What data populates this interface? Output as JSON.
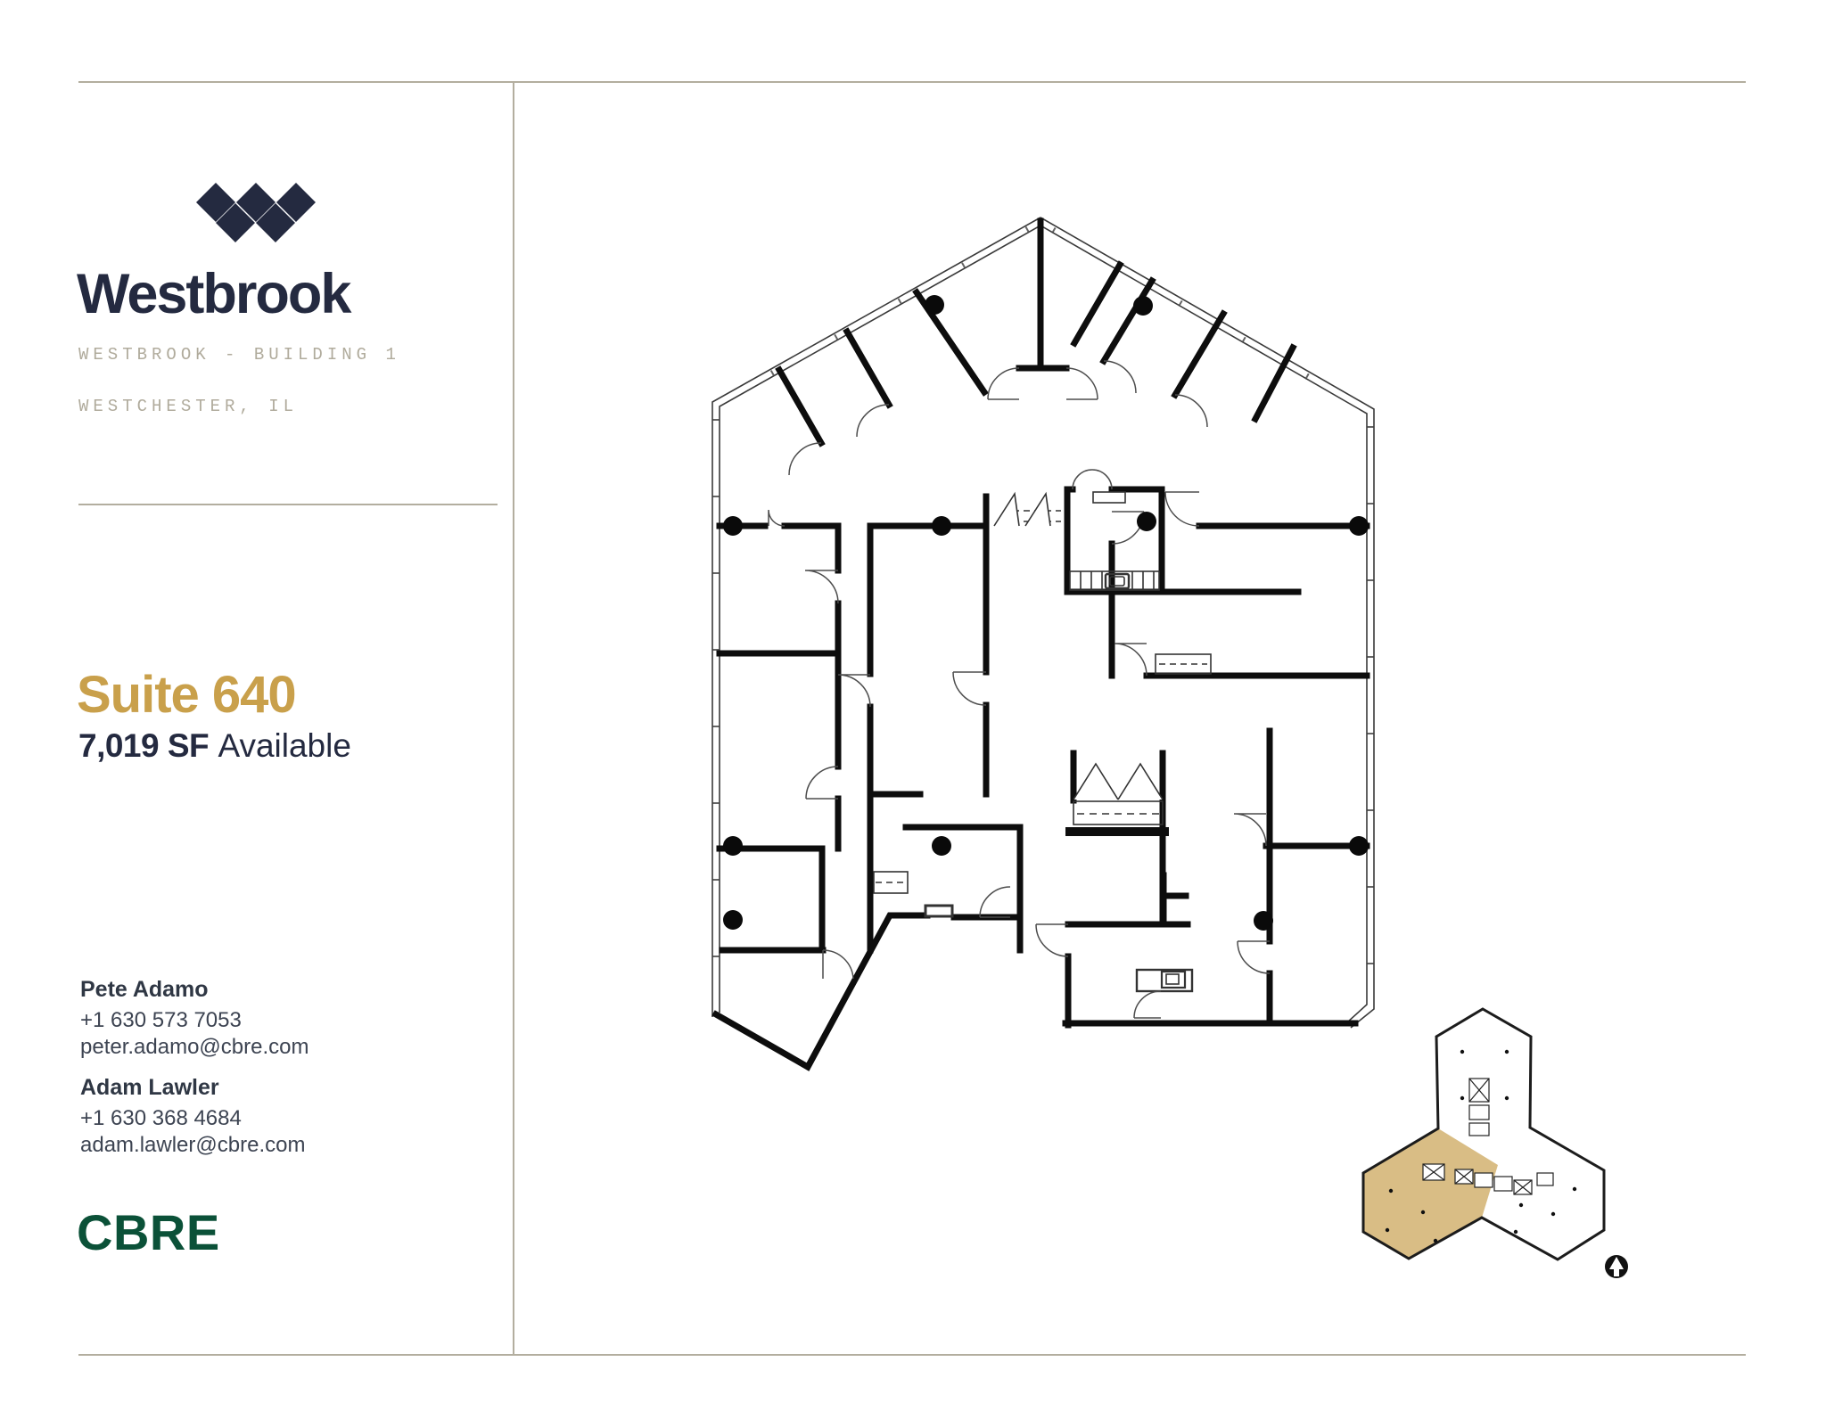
{
  "brand": {
    "name": "Westbrook",
    "mark_icon": "westbrook-diamonds",
    "mark_color": "#242a40"
  },
  "property": {
    "line1": "WESTBROOK - BUILDING 1",
    "line2": "WESTCHESTER, IL"
  },
  "listing": {
    "suite_title": "Suite 640",
    "area": "7,019 SF",
    "availability": "Available",
    "accent_color": "#c9a04b"
  },
  "contacts": [
    {
      "name": "Pete Adamo",
      "phone": "+1 630 573 7053",
      "email": "peter.adamo@cbre.com"
    },
    {
      "name": "Adam Lawler",
      "phone": "+1 630 368 4684",
      "email": "adam.lawler@cbre.com"
    }
  ],
  "footer": {
    "company": "CBRE",
    "brand_color": "#0b5138"
  },
  "floorplan": {
    "highlight_color": "#d9bd85",
    "wall_color": "#0d0d0d",
    "keyplan_icon": "north-arrow-icon"
  }
}
